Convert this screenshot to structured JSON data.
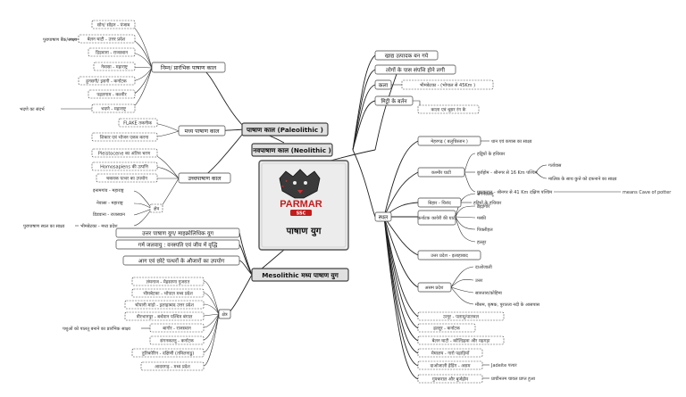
{
  "center": {
    "logo_brand": "PARMAR",
    "logo_sub": "SSC",
    "title": "पाषाण युग"
  },
  "paleolithic": {
    "label": "पाषाण काल (Paleolithic )",
    "lower": {
      "label": "निम्न/ प्रारंभिक पाषाण काल",
      "items": [
        "सोन/ सोहन - पंजाब",
        "बेलन घाटी - उत्तर प्रदेश",
        "डिडवाना - राजस्थान",
        "नेवासा - महाराष्ट्र",
        "हुनसगी/ इसगी - कर्नाटक",
        "पहलगाम - कश्मीर",
        "भदणे - महाराष्ट्र"
      ],
      "notes": [
        "पुरापाषाण बैंक/साक्ष्य",
        "भदणे का संदर्भ"
      ]
    },
    "middle": {
      "label": "मध्य पाषाण काल",
      "items": [
        "FLAKE तकनीक",
        "शिकार एवं भोजन एकत्र करना"
      ]
    },
    "upper": {
      "label": "उच्चपाषाण काल",
      "items": [
        "Pleistocene का अंतिम चरण",
        "Homosapiens की उत्पत्ति",
        "चकमक पत्थर का उपयोग"
      ],
      "sites_label": "क्षेत्र",
      "sites": [
        "इनामगांव - महाराष्ट्र",
        "नेवासा - महाराष्ट्र",
        "डिडवाना - राजस्थान",
        "भीमबेटका - मध्य प्रदेश"
      ],
      "note": "पुरापाषाण स्थल का साक्ष्य"
    }
  },
  "mesolithic": {
    "label": "Mesolithic मध्य पाषाण युग",
    "facts": [
      "उत्तर पाषाण युग/ माइक्रोलिथिक युग",
      "गर्म जलवायु : वनस्पति एवं जीव में वृद्धि",
      "आग एवं छोटे पत्थरों के औजारों का उपयोग"
    ],
    "sites_label": "क्षेत्र",
    "sites": [
      "लंघनाज - मेहसाणा गुजरात",
      "भीमबेटका - भोपाल मध्य प्रदेश",
      "चोपानी मांडो - इलाहाबाद उत्तर प्रदेश",
      "वीरभानपुर - बर्धमान पश्चिम बंगाल",
      "बागोर - राजस्थान",
      "संगनकल्लू - कर्नाटक",
      "तुतिकोरिन - दक्षिणी (तमिलनाडु)",
      "आदमगढ़ - मध्य प्रदेश"
    ],
    "bagor_note": "पशुओं को पालतू बनाने का प्रारंभिक साक्ष्य"
  },
  "neolithic": {
    "label": "नवपाषाण काल (Neolithic )",
    "facts": [
      "खाद्य उत्पादक बन गये",
      "लोगों के पास संपत्ति होने लगी"
    ],
    "art": {
      "label": "कला",
      "value": "भीमबेटका - (भोपाल से 45Km )"
    },
    "pottery": {
      "label": "मिट्टी के बर्तन",
      "value": "काला एवं धूसर रंग के"
    },
    "sites_label": "स्थल",
    "mehrgarh": {
      "label": "मेहरगढ़ ( बलूचिस्तान )",
      "note": "धान एवं कपास का साक्ष्य"
    },
    "kashmir": {
      "label": "कश्मीर घाटी",
      "items": [
        "हड्डियों के हथियार",
        "बुर्जहोम - श्रीनगर से 16 Km पश्चिम",
        "गुफ़कराल - श्रीनगर से 41 Km दक्षिण पश्चिम"
      ],
      "burzahom_notes": [
        "गर्तावास",
        "मालिक के साथ कुत्ते को दफनाने का साक्ष्य"
      ],
      "gufkral_note": "means Cave of potter"
    },
    "bihar": {
      "label": "बिहार - चिरांद",
      "note": "हड्डियों के हथियार"
    },
    "karnataka": {
      "label": "कर्नाटक कावेरी की घाटी",
      "items": [
        "संगनकल्लू",
        "ब्रह्मगिरि",
        "मस्की",
        "पिक्लीहल",
        "हल्लूर"
      ]
    },
    "up": {
      "label": "उत्तर प्रदेश - इलाहाबाद"
    },
    "assam": {
      "label": "असम प्रदेश",
      "items": [
        "दाओजाली",
        "उत्तर",
        "सारुतारु/कोहिमा"
      ],
      "note": "मौसम, कृषक, पुरातत्व नदी के आसपास"
    },
    "list": [
      "उत्नूर - पलामू/पालवल",
      "हल्लूर - कर्नाटक",
      "बेलन घाटी - कोल्डिहवा और महगड़ा",
      "मेघालय - गारो पहाड़ियाँ",
      "दाओजाली हेडिंग - असम",
      "गुफ्कराल और बुर्जहोम"
    ],
    "jadeite": "Jadeite पत्थर",
    "first_rice": "प्राचीनतम चावल प्राप्त हुआ"
  }
}
